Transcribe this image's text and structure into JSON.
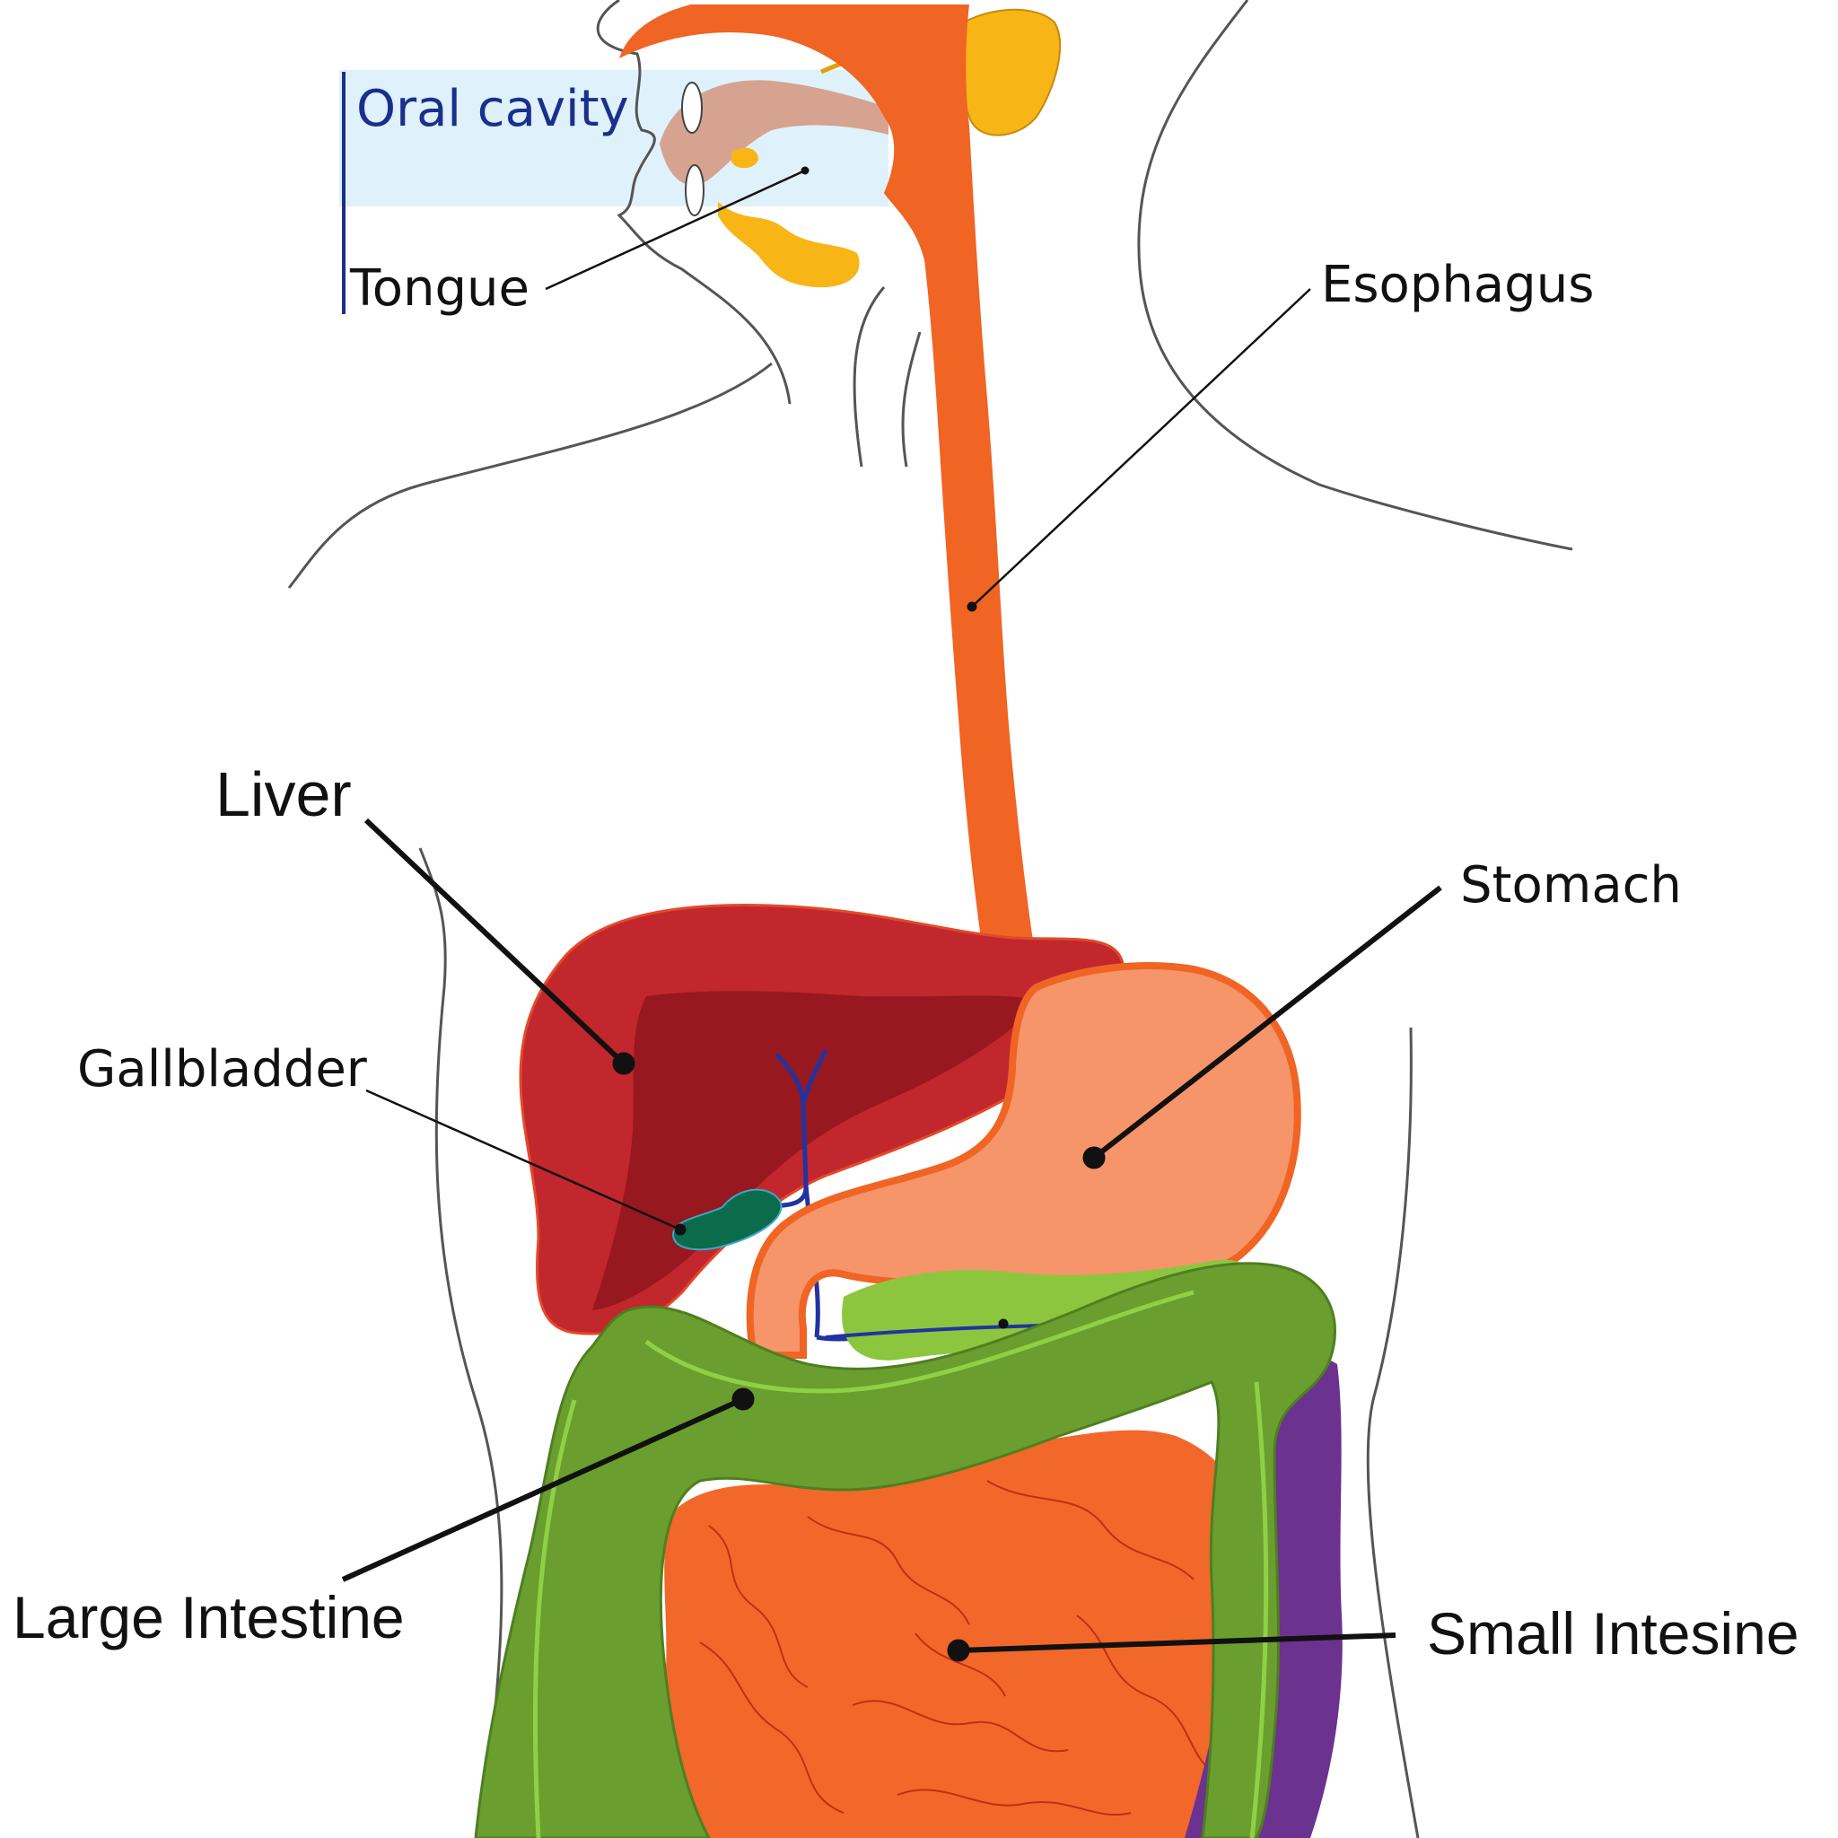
{
  "labels": {
    "oral_cavity": "Oral cavity",
    "tongue": "Tongue",
    "esophagus": "Esophagus",
    "liver": "Liver",
    "gallbladder": "Gallbladder",
    "stomach": "Stomach",
    "large_intestine": "Large Intestine",
    "small_intestine": "Small Intesine"
  },
  "colors": {
    "outline": "#555555",
    "oral_highlight": "#dff1fb",
    "oral_text": "#1c2f8c",
    "esophagus": "#f06424",
    "stomach": "#f6946a",
    "liver": "#c1272d",
    "liver_shade": "#97181e",
    "gallbladder": "#0b6b4a",
    "bile_duct": "#2233a0",
    "large_intestine": "#6a9e2f",
    "small_intestine": "#f2682a",
    "pancreas": "#8cc63f",
    "rectum_purple": "#6b3290",
    "salivary": "#f7b516",
    "mouth_pink": "#d5a390"
  }
}
